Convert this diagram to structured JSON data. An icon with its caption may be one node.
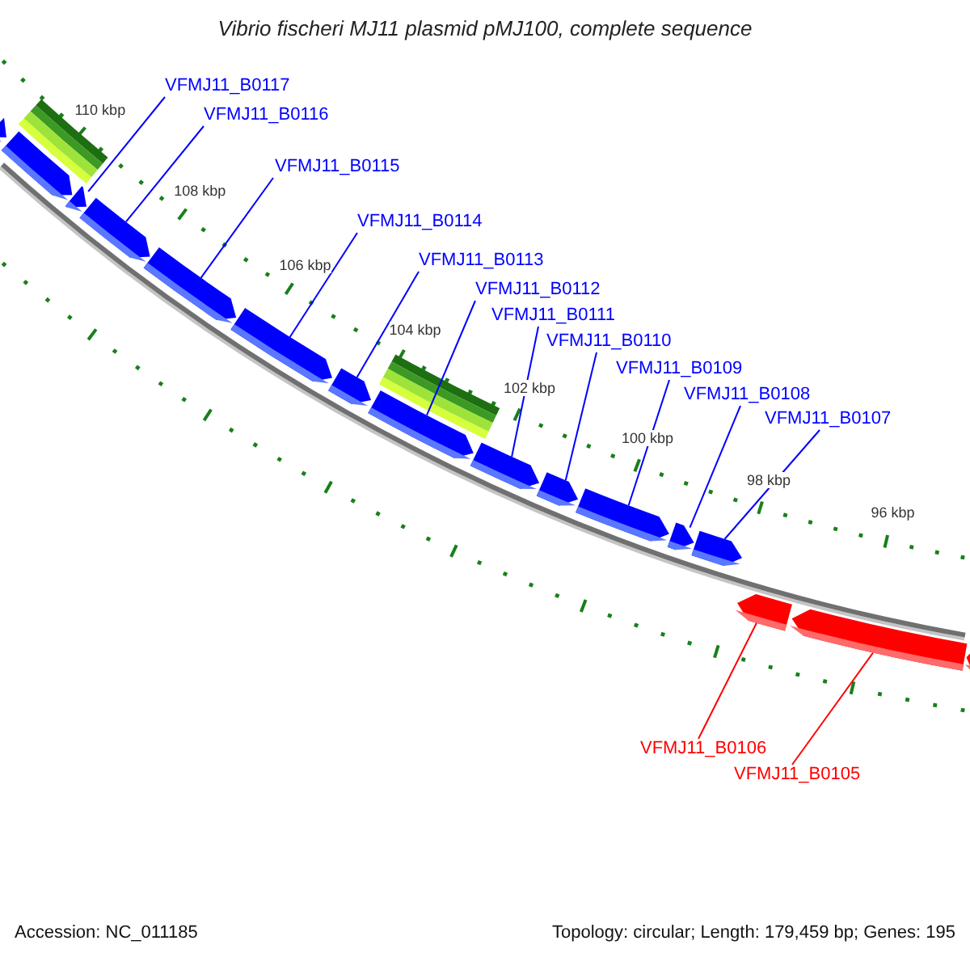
{
  "diagram": {
    "title": "Vibrio fischeri MJ11 plasmid pMJ100, complete sequence",
    "nodes": [
      {
        "text": [
          "VFMJ11_B0117"
        ]
      },
      {
        "text": [
          "VFMJ11_B0116"
        ]
      },
      {
        "text": [
          "VFMJ11_B0115"
        ]
      },
      {
        "text": [
          "VFMJ11_B0114"
        ]
      },
      {
        "text": [
          "VFMJ11_B0113"
        ]
      },
      {
        "text": [
          "VFMJ11_B0112"
        ]
      },
      {
        "text": [
          "VFMJ11_B0111"
        ]
      },
      {
        "text": [
          "VFMJ11_B0110"
        ]
      },
      {
        "text": [
          "VFMJ11_B0109"
        ]
      },
      {
        "text": [
          "VFMJ11_B0108"
        ]
      },
      {
        "text": [
          "VFMJ11_B0107"
        ]
      },
      {
        "text": [
          "VFMJ11_B0106"
        ]
      },
      {
        "text": [
          "VFMJ11_B0105"
        ]
      },
      {
        "text": [],
        "shape": "bar"
      },
      {
        "text": [],
        "shape": "bar"
      },
      {
        "text": [],
        "shape": "bar"
      },
      {
        "text": [],
        "shape": "bar"
      },
      {
        "text": [],
        "shape": "bar"
      },
      {
        "text": [],
        "shape": "bar"
      },
      {
        "text": [],
        "shape": "bar"
      },
      {
        "text": [],
        "shape": "bar"
      },
      {
        "text": [],
        "shape": "bar"
      },
      {
        "text": [],
        "shape": "bar"
      },
      {
        "text": [],
        "shape": "bar"
      },
      {
        "text": [],
        "shape": "bar"
      },
      {
        "text": [],
        "shape": "bar"
      },
      {
        "text": [],
        "shape": "bar"
      },
      {
        "text": [],
        "shape": "bar"
      },
      {
        "text": [],
        "shape": "bar"
      }
    ],
    "edges": [
      {
        "from": 0,
        "to": 15,
        "arrow": "none"
      },
      {
        "from": 1,
        "to": 16,
        "arrow": "none"
      },
      {
        "from": 2,
        "to": 17,
        "arrow": "none"
      },
      {
        "from": 3,
        "to": 18,
        "arrow": "none"
      },
      {
        "from": 4,
        "to": 19,
        "arrow": "none"
      },
      {
        "from": 5,
        "to": 20,
        "arrow": "none"
      },
      {
        "from": 6,
        "to": 21,
        "arrow": "none"
      },
      {
        "from": 7,
        "to": 22,
        "arrow": "none"
      },
      {
        "from": 8,
        "to": 23,
        "arrow": "none"
      },
      {
        "from": 9,
        "to": 24,
        "arrow": "none"
      },
      {
        "from": 10,
        "to": 25,
        "arrow": "none"
      },
      {
        "from": 11,
        "to": 26,
        "arrow": "none",
        "color": "#ff0000"
      },
      {
        "from": 12,
        "to": 27,
        "arrow": "none",
        "color": "#ff0000"
      }
    ],
    "labels": [
      "110 kbp",
      "108 kbp",
      "106 kbp",
      "104 kbp",
      "102 kbp",
      "100 kbp",
      "98 kbp",
      "96 kbp",
      "Accession: NC_011185",
      "Topology: circular; Length: 179,459 bp; Genes: 195"
    ]
  }
}
